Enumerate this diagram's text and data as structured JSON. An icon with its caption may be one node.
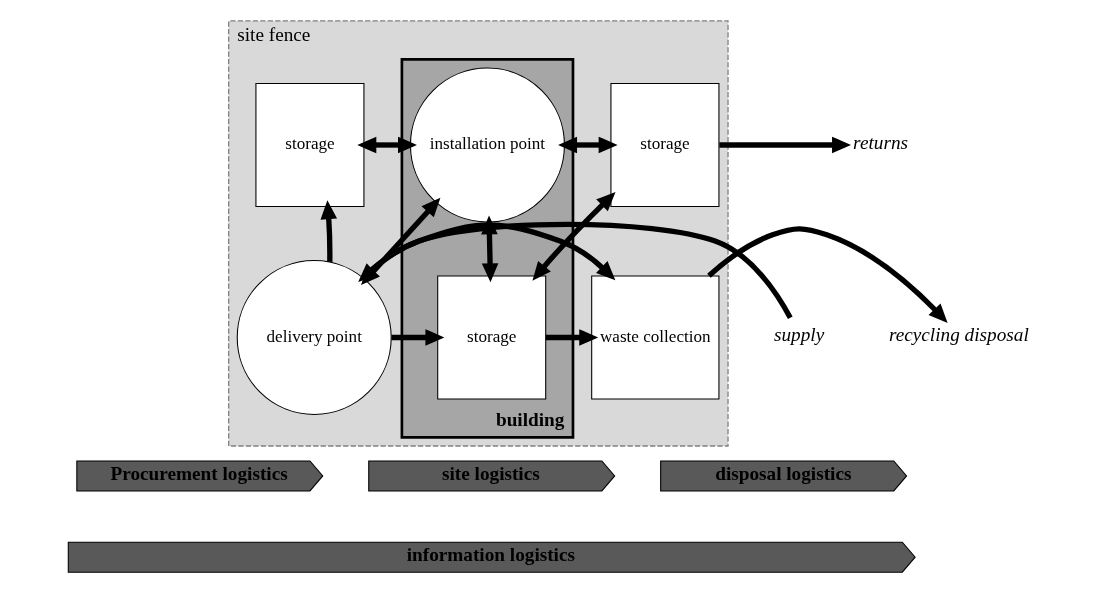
{
  "diagram": {
    "nodes": [
      {
        "text": [
          "site fence"
        ]
      },
      {
        "text": [
          "storage"
        ],
        "in": 0
      },
      {
        "text": [
          "delivery point"
        ],
        "in": 0
      },
      {
        "text": [
          "building"
        ],
        "in": 0
      },
      {
        "text": [
          "installation point"
        ],
        "in": 3
      },
      {
        "text": [
          "storage"
        ],
        "in": 3
      },
      {
        "text": [
          "storage"
        ],
        "in": 0
      },
      {
        "text": [
          "waste collection"
        ],
        "in": 0
      },
      {
        "text": [
          "supply"
        ]
      },
      {
        "text": [
          "returns"
        ]
      },
      {
        "text": [
          "recycling disposal"
        ]
      },
      {
        "text": [
          "Procurement logistics"
        ]
      },
      {
        "text": [
          "site logistics"
        ]
      },
      {
        "text": [
          "disposal logistics"
        ]
      },
      {
        "text": [
          "information logistics"
        ]
      }
    ],
    "edges": [
      {
        "from": 8,
        "to": 2,
        "arrow": "to"
      },
      {
        "from": 2,
        "to": 1,
        "arrow": "to"
      },
      {
        "from": 1,
        "to": 4,
        "arrow": "both"
      },
      {
        "from": 4,
        "to": 6,
        "arrow": "both"
      },
      {
        "from": 2,
        "to": 4,
        "arrow": "both"
      },
      {
        "from": 4,
        "to": 5,
        "arrow": "both"
      },
      {
        "from": 2,
        "to": 5,
        "arrow": "to"
      },
      {
        "from": 5,
        "to": 6,
        "arrow": "both"
      },
      {
        "from": 5,
        "to": 7,
        "arrow": "to"
      },
      {
        "from": 2,
        "to": 7,
        "arrow": "to"
      },
      {
        "from": 6,
        "to": 9,
        "arrow": "to"
      },
      {
        "from": 7,
        "to": 10,
        "arrow": "to"
      }
    ]
  }
}
